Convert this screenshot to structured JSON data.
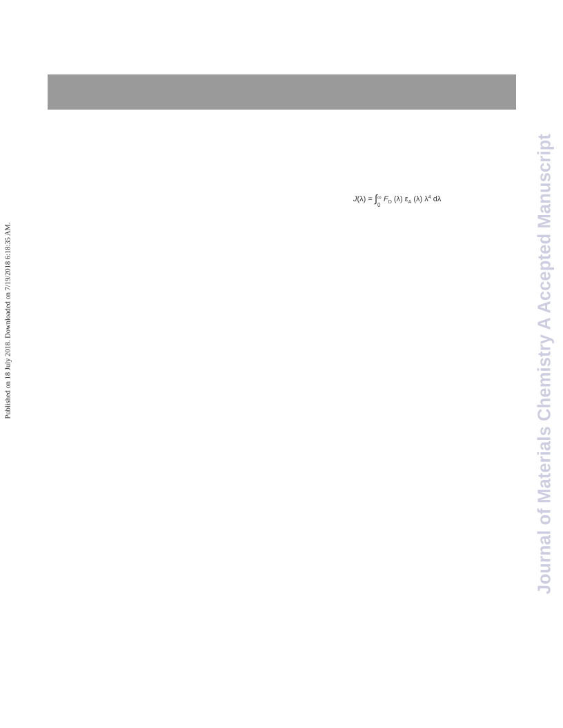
{
  "header": {
    "bar_color": "#9a9a9a"
  },
  "side_note": {
    "text": "Published on 18 July 2018. Downloaded on 7/19/2018 6:18:35 AM."
  },
  "watermark": {
    "text": "Journal of Materials Chemistry A Accepted Manuscript",
    "color": "#cdcde1"
  },
  "equation": {
    "lhs": "J",
    "lhs_arg": "(λ) = ",
    "integral": "∫",
    "upper_limit": "∞",
    "lower_limit": "0",
    "term1": "F",
    "term1_sub": "D",
    "term1_arg": " (λ) ",
    "term2": "ε",
    "term2_sub": "A",
    "term2_arg": " (λ) λ",
    "power": "4",
    "differential": " dλ"
  }
}
